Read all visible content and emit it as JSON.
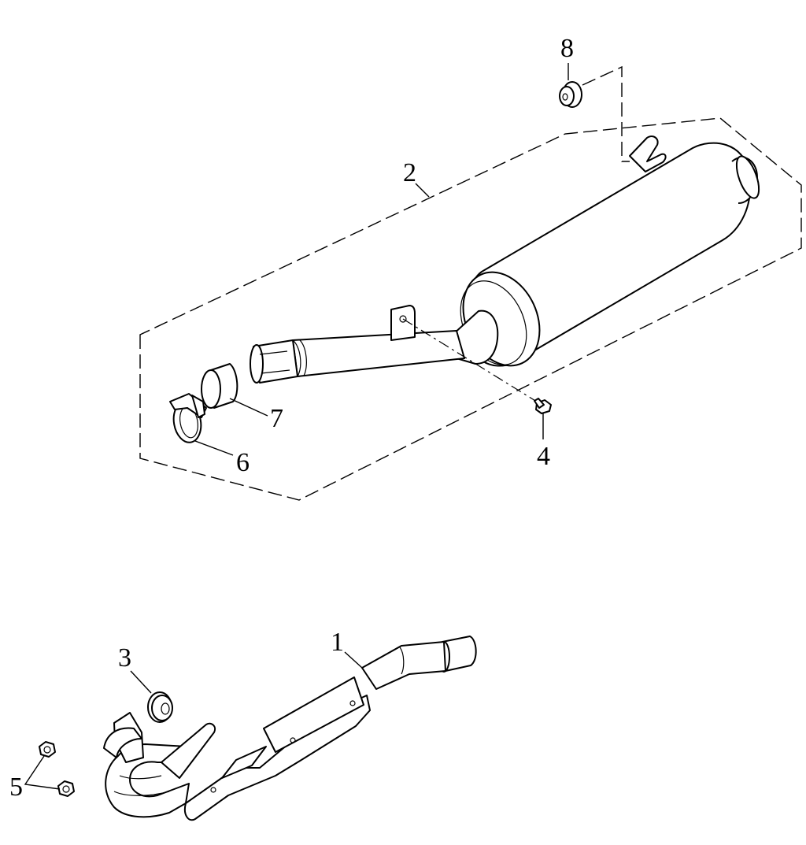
{
  "diagram": {
    "callouts": [
      {
        "id": "muffler",
        "label": "2"
      },
      {
        "id": "grommet",
        "label": "8"
      },
      {
        "id": "bolt",
        "label": "4"
      },
      {
        "id": "clamp",
        "label": "6"
      },
      {
        "id": "gasket-sleeve",
        "label": "7"
      },
      {
        "id": "header-pipe",
        "label": "1"
      },
      {
        "id": "gasket-ring",
        "label": "3"
      },
      {
        "id": "nuts",
        "label": "5"
      }
    ],
    "parts": [
      {
        "name": "muffler-assembly",
        "icon": "muffler-icon"
      },
      {
        "name": "rubber-grommet",
        "icon": "grommet-icon"
      },
      {
        "name": "bolt",
        "icon": "bolt-icon"
      },
      {
        "name": "pipe-clamp",
        "icon": "clamp-icon"
      },
      {
        "name": "sleeve-gasket",
        "icon": "sleeve-icon"
      },
      {
        "name": "exhaust-header-pipe",
        "icon": "header-pipe-icon"
      },
      {
        "name": "flange-gasket",
        "icon": "ring-gasket-icon"
      },
      {
        "name": "flange-nut",
        "icon": "nut-icon"
      }
    ]
  }
}
